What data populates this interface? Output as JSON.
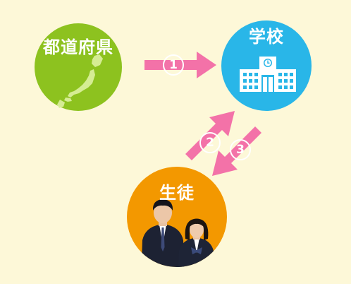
{
  "nodes": {
    "prefecture": {
      "label": "都道府県",
      "color": "#8dc21f"
    },
    "school": {
      "label": "学校",
      "color": "#29b6e8"
    },
    "student": {
      "label": "生徒",
      "color": "#f39800"
    }
  },
  "arrows": {
    "color": "#f372a8",
    "step1": "1",
    "step2": "2",
    "step3": "3"
  },
  "background": "#fdf8d8",
  "icons": [
    "japan-map-icon",
    "school-building-icon",
    "students-photo"
  ]
}
